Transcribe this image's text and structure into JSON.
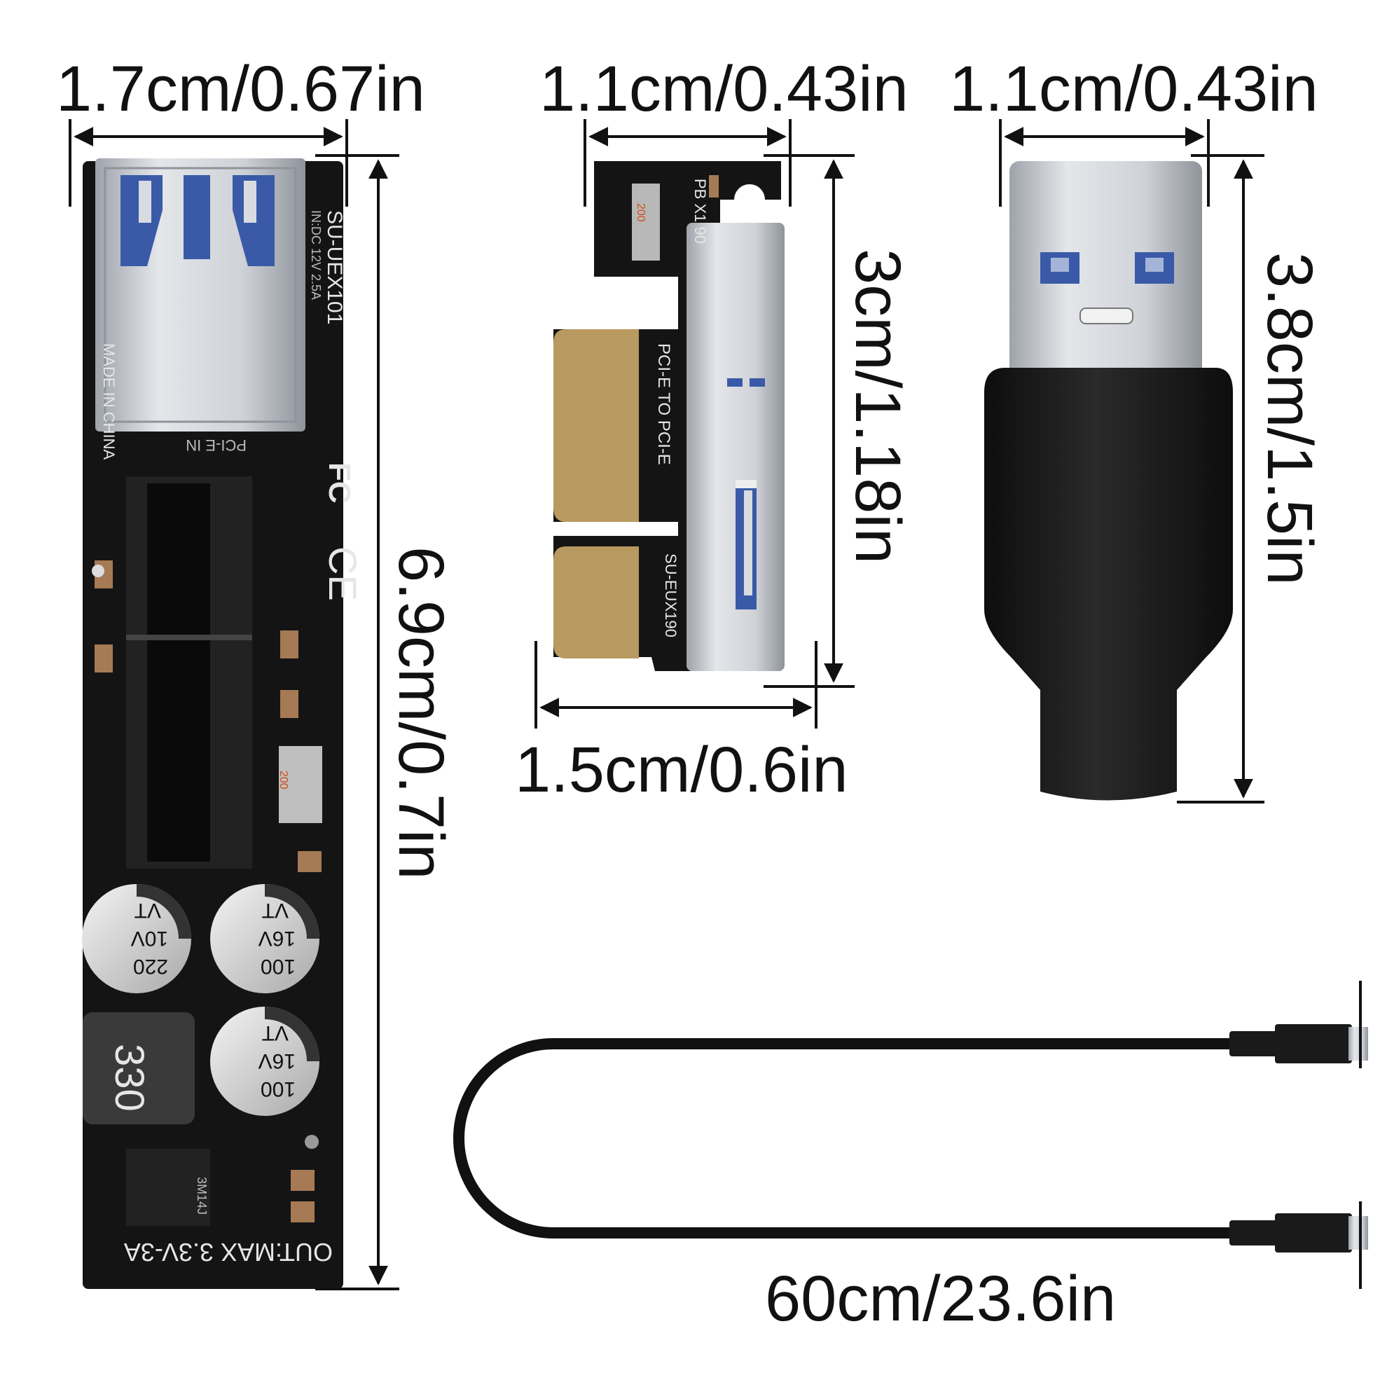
{
  "labels": {
    "riser_width": "1.7cm/0.67in",
    "riser_height": "6.9cm/0.7in",
    "adapter_width": "1.1cm/0.43in",
    "adapter_height": "3cm/1.18in",
    "adapter_bottom_width": "1.5cm/0.6in",
    "usb_width": "1.1cm/0.43in",
    "usb_height": "3.8cm/1.5in",
    "cable_length": "60cm/23.6in"
  },
  "riser_board_text": {
    "model": "SU-UEX101",
    "input": "IN:DC 12V 2.5A",
    "origin": "MADE IN CHINA",
    "slot": "PCI-E IN",
    "fcc": "FC",
    "ce": "CE",
    "cap1_value": "220",
    "cap1_volt": "10V",
    "cap2_value": "100",
    "cap2_volt": "16V",
    "cap3_value": "100",
    "cap3_volt": "16V",
    "cap_mark": "VT",
    "inductor": "330",
    "output": "OUT:MAX 3.3V-3A",
    "chip": "3M14J"
  },
  "adapter_board_text": {
    "model": "PB X1 90",
    "pcie": "PCI-E TO PCI-E",
    "code": "SU-EUX190",
    "inductor": "200"
  },
  "colors": {
    "pcb": "#141414",
    "silk": "#e6e6e6",
    "metal": "#c9ccd1",
    "usb_blue": "#3a5aa8",
    "gold": "#c79a5c",
    "plug_body": "#1b1b1b"
  }
}
